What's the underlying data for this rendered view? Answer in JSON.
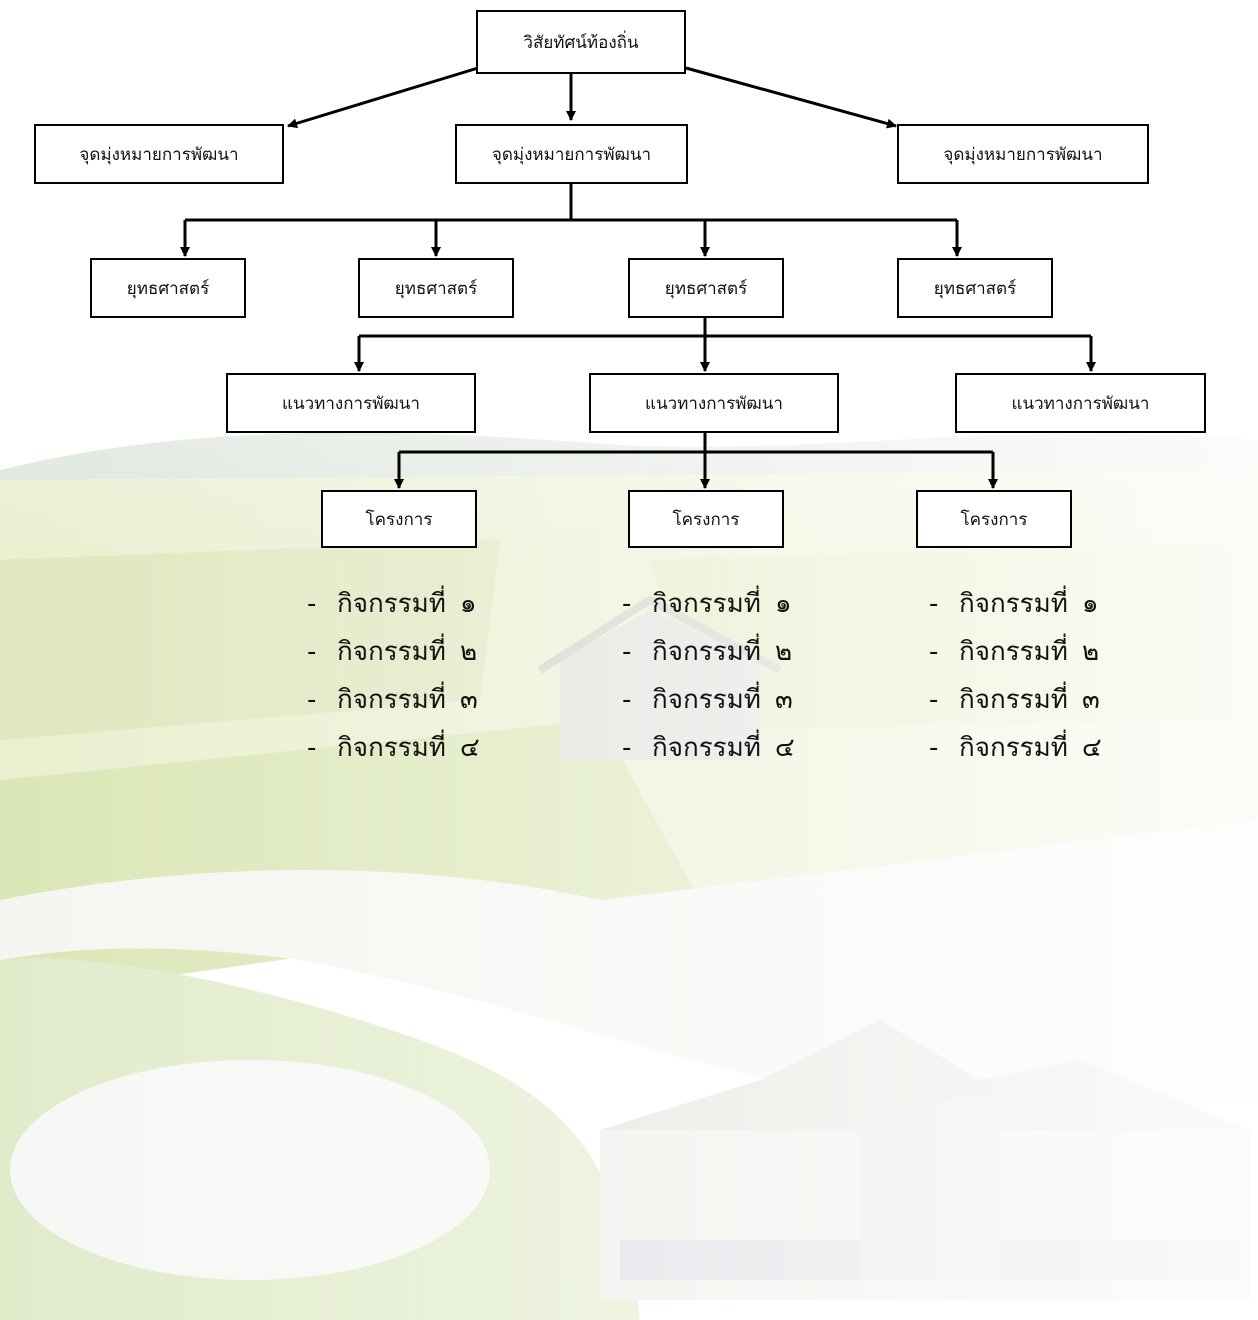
{
  "vision": {
    "label": "วิสัยทัศน์ท้องถิ่น"
  },
  "goals": [
    {
      "label": "จุดมุ่งหมายการพัฒนา"
    },
    {
      "label": "จุดมุ่งหมายการพัฒนา"
    },
    {
      "label": "จุดมุ่งหมายการพัฒนา"
    }
  ],
  "strategies": [
    {
      "label": "ยุทธศาสตร์"
    },
    {
      "label": "ยุทธศาสตร์"
    },
    {
      "label": "ยุทธศาสตร์"
    },
    {
      "label": "ยุทธศาสตร์"
    }
  ],
  "guidelines": [
    {
      "label": "แนวทางการพัฒนา"
    },
    {
      "label": "แนวทางการพัฒนา"
    },
    {
      "label": "แนวทางการพัฒนา"
    }
  ],
  "projects": [
    {
      "label": "โครงการ"
    },
    {
      "label": "โครงการ"
    },
    {
      "label": "โครงการ"
    }
  ],
  "activities": [
    [
      {
        "dash": "-",
        "text": "กิจกรรมที่",
        "num": "๑"
      },
      {
        "dash": "-",
        "text": "กิจกรรมที่",
        "num": "๒"
      },
      {
        "dash": "-",
        "text": "กิจกรรมที่",
        "num": "๓"
      },
      {
        "dash": "-",
        "text": "กิจกรรมที่",
        "num": "๔"
      }
    ],
    [
      {
        "dash": "-",
        "text": "กิจกรรมที่",
        "num": "๑"
      },
      {
        "dash": "-",
        "text": "กิจกรรมที่",
        "num": "๒"
      },
      {
        "dash": "-",
        "text": "กิจกรรมที่",
        "num": "๓"
      },
      {
        "dash": "-",
        "text": "กิจกรรมที่",
        "num": "๔"
      }
    ],
    [
      {
        "dash": "-",
        "text": "กิจกรรมที่",
        "num": "๑"
      },
      {
        "dash": "-",
        "text": "กิจกรรมที่",
        "num": "๒"
      },
      {
        "dash": "-",
        "text": "กิจกรรมที่",
        "num": "๓"
      },
      {
        "dash": "-",
        "text": "กิจกรรมที่",
        "num": "๔"
      }
    ]
  ]
}
